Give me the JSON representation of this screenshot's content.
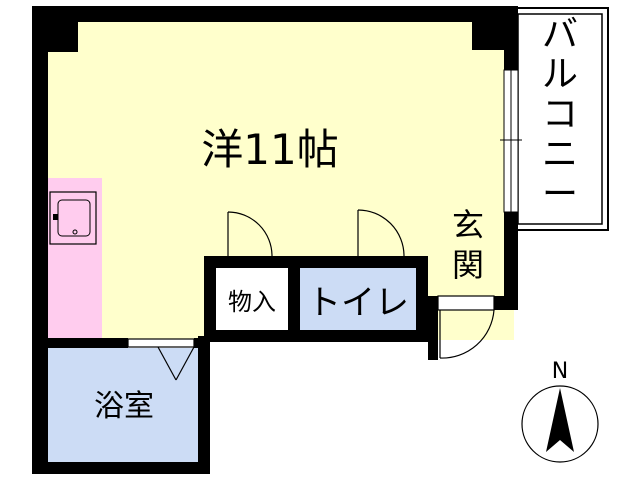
{
  "rooms": {
    "main": "洋11帖",
    "storage": "物入",
    "toilet": "トイレ",
    "bath": "浴室",
    "entrance": "玄関",
    "balcony": "バルコニー"
  },
  "compass": {
    "label": "N"
  },
  "colors": {
    "main_room": "#ffffcc",
    "kitchen": "#ffccee",
    "toilet": "#ccdcf5",
    "bath": "#ccdcf5",
    "wall": "#000000",
    "balcony": "#ffffff"
  }
}
